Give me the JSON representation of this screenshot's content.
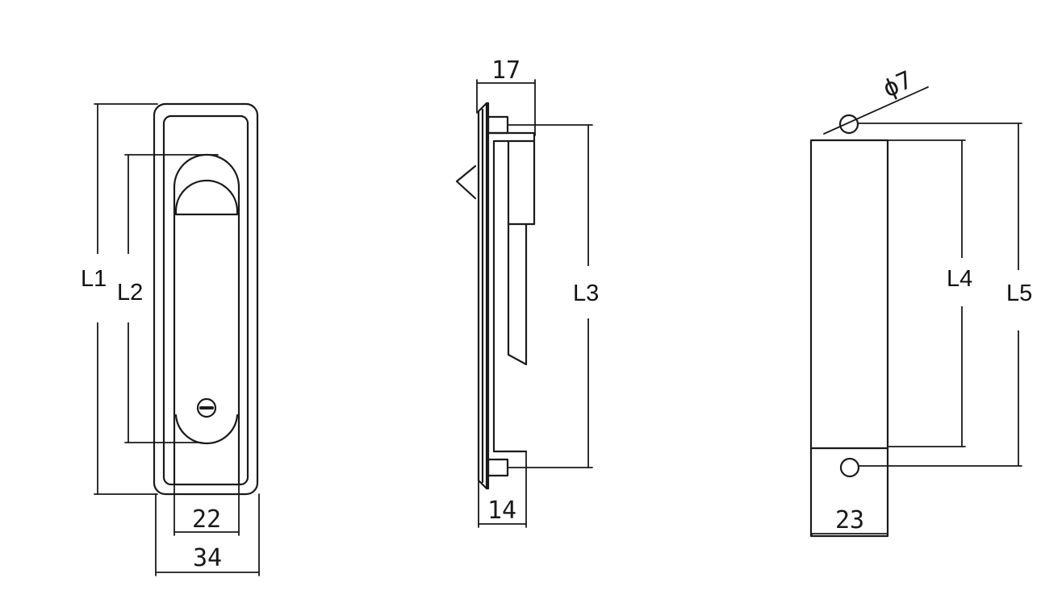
{
  "dimensions": {
    "front_inner_width": "22",
    "front_outer_width": "34",
    "side_top_depth": "17",
    "side_bottom_depth": "14",
    "back_width": "23",
    "hole_diameter": "ϕ7"
  },
  "length_labels": {
    "l1": "L1",
    "l2": "L2",
    "l3": "L3",
    "l4": "L4",
    "l5": "L5"
  }
}
